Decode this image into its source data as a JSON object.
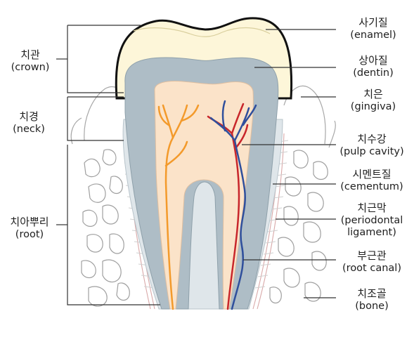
{
  "labels": {
    "crown": {
      "ko": "치관",
      "en": "(crown)"
    },
    "neck": {
      "ko": "치경",
      "en": "(neck)"
    },
    "root": {
      "ko": "치아뿌리",
      "en": "(root)"
    },
    "enamel": {
      "ko": "사기질",
      "en": "(enamel)"
    },
    "dentin": {
      "ko": "상아질",
      "en": "(dentin)"
    },
    "gingiva": {
      "ko": "치은",
      "en": "(gingiva)"
    },
    "pulp_cavity": {
      "ko": "치수강",
      "en": "(pulp cavity)"
    },
    "cementum": {
      "ko": "시멘트질",
      "en": "(cementum)"
    },
    "periodontal": {
      "ko": "치근막",
      "en": "(periodontal",
      "en2": "ligament)"
    },
    "root_canal": {
      "ko": "부근관",
      "en": "(root canal)"
    },
    "bone": {
      "ko": "치조골",
      "en": "(bone)"
    }
  },
  "colors": {
    "enamel": "#fdf6d9",
    "dentin": "#aebdc6",
    "pulp": "#fbe3c9",
    "artery": "#c8262b",
    "vein": "#2f4f9c",
    "nerve": "#f39a2b",
    "gum_line": "#9a9a9a",
    "bone_line": "#9f9f9f"
  }
}
